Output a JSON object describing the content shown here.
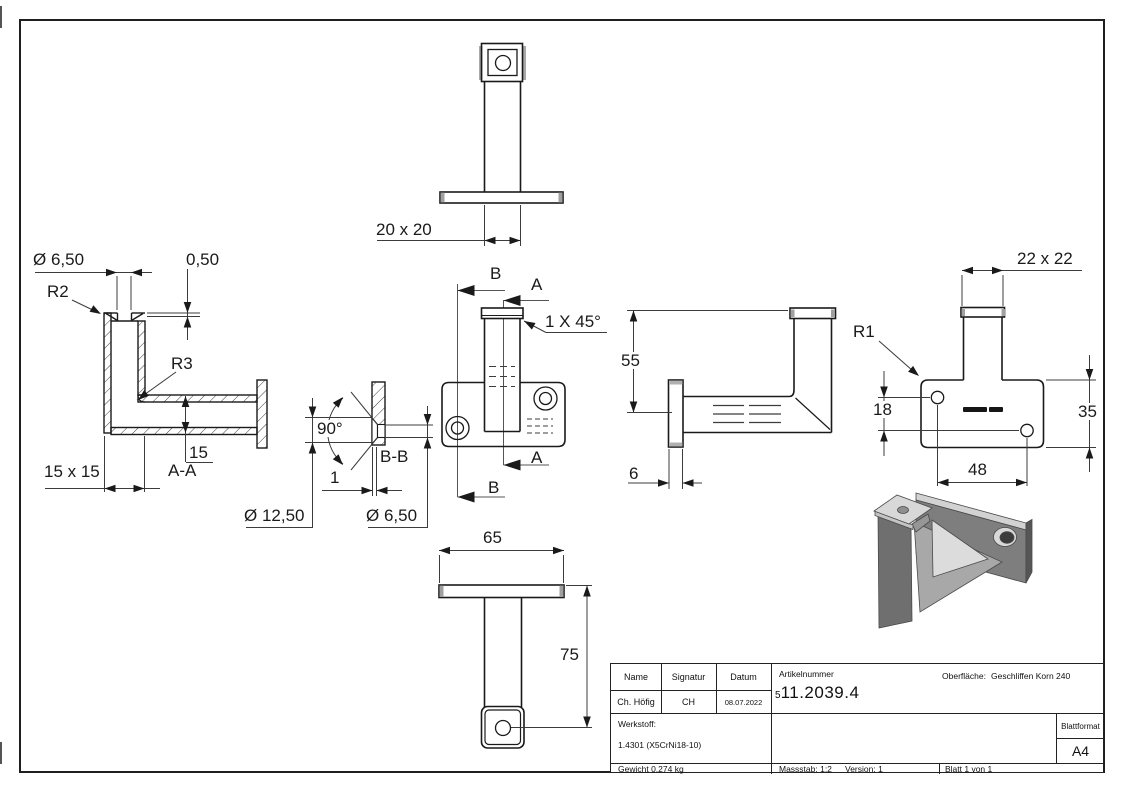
{
  "dimensions": {
    "top_view_size": "20 x 20",
    "aa_hole_dia": "Ø 6,50",
    "aa_depth": "0,50",
    "aa_r2": "R2",
    "aa_r3": "R3",
    "aa_wall": "15",
    "aa_size": "15 x 15",
    "aa_label": "A-A",
    "bb_angle": "90°",
    "bb_land": "1",
    "bb_csk_dia": "Ø 12,50",
    "bb_hole_dia": "Ø 6,50",
    "bb_label": "B-B",
    "cut_a": "A",
    "cut_b": "B",
    "front_chamfer": "1 X 45°",
    "side_height": "55",
    "side_plate_thk": "6",
    "back_tube_size": "22 x 22",
    "back_r1": "R1",
    "back_hole_offset": "18",
    "back_plate_height": "35",
    "back_hole_span": "48",
    "bottom_plate_width": "65",
    "bottom_total_height": "75"
  },
  "title_block": {
    "col_name": "Name",
    "col_signature": "Signatur",
    "col_date": "Datum",
    "name": "Ch. Höfig",
    "signature": "CH",
    "date": "08.07.2022",
    "article_label": "Artikelnummer",
    "article_prefix": "5",
    "article_number": "11.2039.4",
    "surface_label": "Oberfläche:",
    "surface_value": "Geschliffen Korn 240",
    "material_label": "Werkstoff:",
    "material_value": "1.4301 (X5CrNi18-10)",
    "format_label": "Blattformat",
    "format_value": "A4",
    "weight": "Gewicht 0.274 kg",
    "scale": "Massstab: 1:2",
    "version": "Version: 1",
    "sheet": "Blatt 1 von 1"
  }
}
